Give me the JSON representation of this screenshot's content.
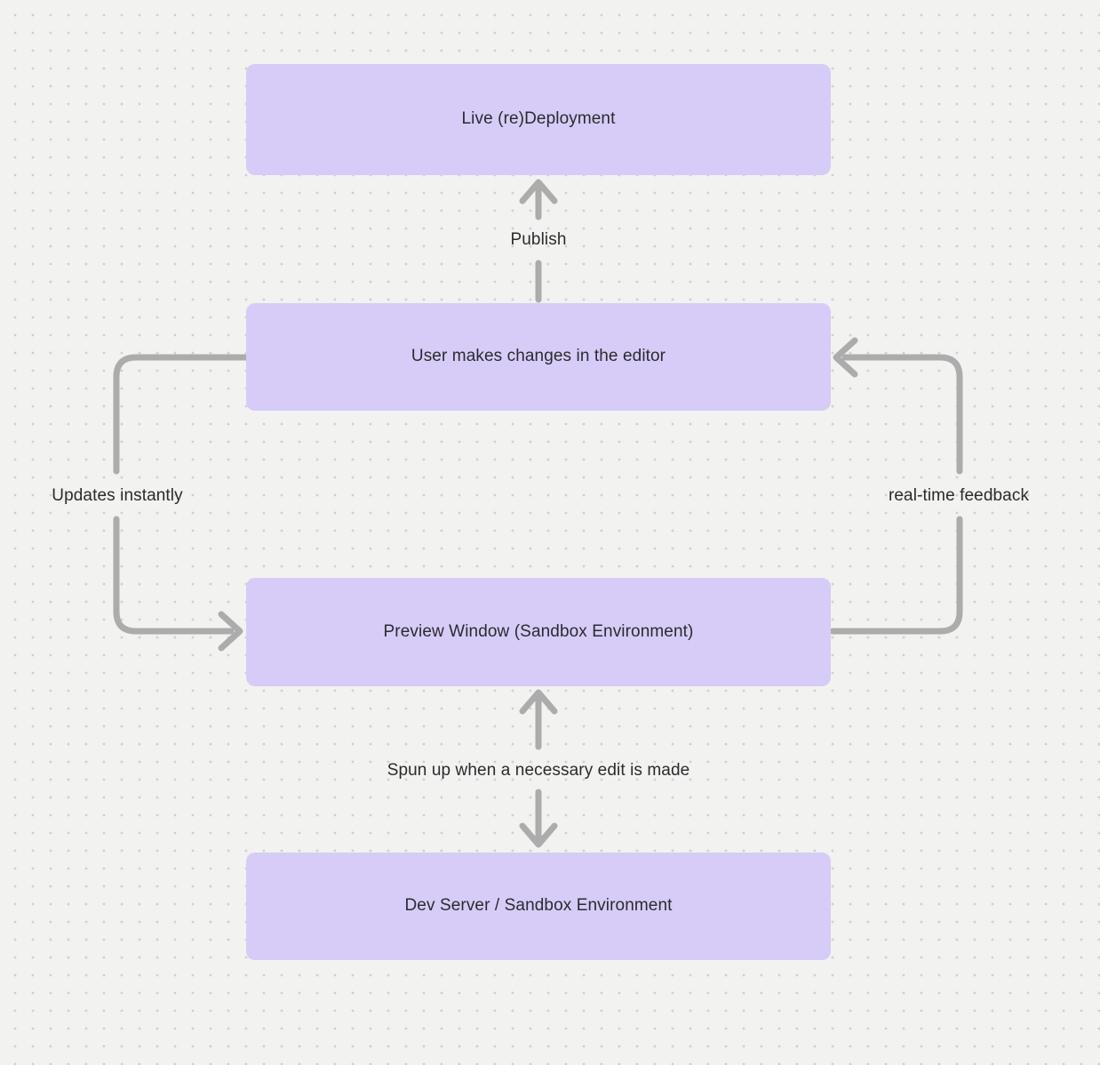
{
  "diagram": {
    "nodes": [
      {
        "id": "live-deployment",
        "label": "Live (re)Deployment"
      },
      {
        "id": "editor-changes",
        "label": "User makes changes in the editor"
      },
      {
        "id": "preview-window",
        "label": "Preview Window (Sandbox Environment)"
      },
      {
        "id": "dev-server",
        "label": "Dev Server / Sandbox Environment"
      }
    ],
    "edges": [
      {
        "id": "publish",
        "label": "Publish",
        "from": "editor-changes",
        "to": "live-deployment",
        "direction": "up"
      },
      {
        "id": "updates-instantly",
        "label": "Updates instantly",
        "from": "editor-changes",
        "to": "preview-window",
        "direction": "left-loop-down"
      },
      {
        "id": "realtime-feedback",
        "label": "real-time feedback",
        "from": "preview-window",
        "to": "editor-changes",
        "direction": "right-loop-up"
      },
      {
        "id": "spun-up",
        "label": "Spun up when a necessary edit is made",
        "from": "preview-window",
        "to": "dev-server",
        "direction": "both"
      }
    ],
    "colors": {
      "background": "#F2F2F0",
      "dot": "#D0D0CE",
      "node_fill": "#D7CCF7",
      "arrow": "#ACACAC",
      "text": "#2B2B2E"
    }
  }
}
